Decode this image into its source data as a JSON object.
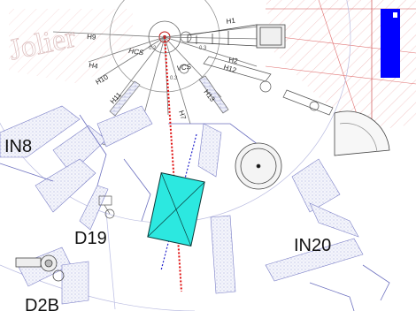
{
  "instruments": {
    "in8": "IN8",
    "d19": "D19",
    "in20": "IN20",
    "d2b": "D2B"
  },
  "reactor": {
    "hcs": "HCS",
    "vcs": "VCS",
    "guide_labels": [
      "H1",
      "H2",
      "H9",
      "H4",
      "H10",
      "H11",
      "H12",
      "H13",
      "H7"
    ],
    "tiny_labels": [
      "0.2",
      "0.3",
      "0.3"
    ]
  },
  "watermark": "Jolier",
  "colors": {
    "sample_box": "#2ce8e0",
    "red_line": "#e01010",
    "blue_line": "#2222cc",
    "legend_bar": "#0000ff",
    "hatch": "#e26a6a",
    "walls": "#7b7fc7"
  }
}
